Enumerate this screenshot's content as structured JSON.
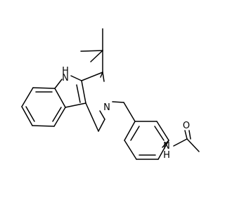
{
  "molecule": {
    "atom_labels": {
      "indole_nh": "N",
      "indole_nh_h": "H",
      "ring_n": "N",
      "amide_nh": "N",
      "amide_nh_h": "H",
      "carbonyl_o": "O"
    },
    "colors": {
      "bond": "#000000",
      "nitrogen": "#0000ff",
      "oxygen": "#ff0000",
      "background": "#ffffff"
    }
  }
}
